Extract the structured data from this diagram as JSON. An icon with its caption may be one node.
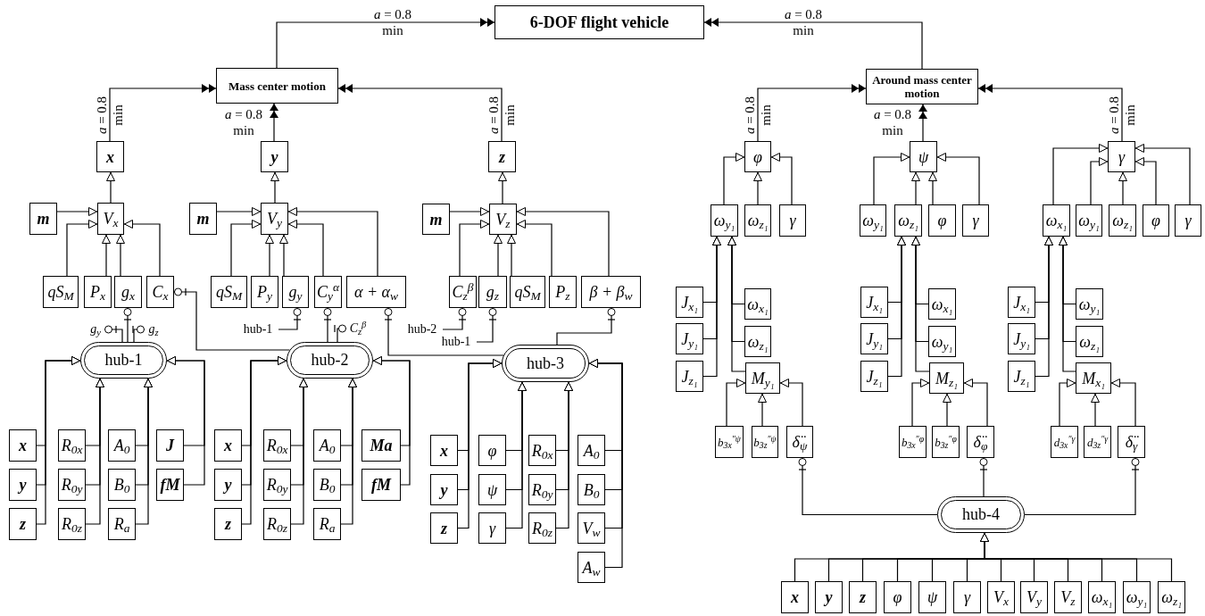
{
  "diagram": {
    "nodes": [
      {
        "text": [
          "6-DOF flight vehicle"
        ]
      },
      {
        "text": [
          "Mass center motion"
        ]
      },
      {
        "text": [
          "Around mass center motion"
        ]
      },
      {
        "text": [
          "x"
        ]
      },
      {
        "text": [
          "y"
        ]
      },
      {
        "text": [
          "z"
        ]
      },
      {
        "text": [
          "m"
        ]
      },
      {
        "text": [
          "V$_{x}$"
        ]
      },
      {
        "text": [
          "m"
        ]
      },
      {
        "text": [
          "V$_{y}$"
        ]
      },
      {
        "text": [
          "m"
        ]
      },
      {
        "text": [
          "V$_{z}$"
        ]
      },
      {
        "text": [
          "qS$_{M}$"
        ]
      },
      {
        "text": [
          "P$_{x}$"
        ]
      },
      {
        "text": [
          "g$_{x}$"
        ]
      },
      {
        "text": [
          "C$_{x}$"
        ]
      },
      {
        "text": [
          "qS$_{M}$"
        ]
      },
      {
        "text": [
          "P$_{y}$"
        ]
      },
      {
        "text": [
          "g$_{y}$"
        ]
      },
      {
        "text": [
          "C$_{y}$$^{α}$"
        ]
      },
      {
        "text": [
          "α + α$_{w}$"
        ]
      },
      {
        "text": [
          "C$_{z}$$^{β}$"
        ]
      },
      {
        "text": [
          "g$_{z}$"
        ]
      },
      {
        "text": [
          "qS$_{M}$"
        ]
      },
      {
        "text": [
          "P$_{z}$"
        ]
      },
      {
        "text": [
          "β + β$_{w}$"
        ]
      },
      {
        "text": [
          "g$_{y}$"
        ]
      },
      {
        "text": [
          "g$_{z}$"
        ]
      },
      {
        "text": [
          "hub-1"
        ]
      },
      {
        "text": [
          "C$_{z}$$^{β}$"
        ]
      },
      {
        "text": [
          "hub-1"
        ]
      },
      {
        "text": [
          "hub-2"
        ]
      },
      {
        "text": [
          "hub-2"
        ]
      },
      {
        "text": [
          "hub-1"
        ]
      },
      {
        "text": [
          "hub-3"
        ]
      },
      {
        "text": [
          "x"
        ]
      },
      {
        "text": [
          "y"
        ]
      },
      {
        "text": [
          "z"
        ]
      },
      {
        "text": [
          "R$_{0x}$"
        ]
      },
      {
        "text": [
          "R$_{0y}$"
        ]
      },
      {
        "text": [
          "R$_{0z}$"
        ]
      },
      {
        "text": [
          "A$_{0}$"
        ]
      },
      {
        "text": [
          "B$_{0}$"
        ]
      },
      {
        "text": [
          "R$_{a}$"
        ]
      },
      {
        "text": [
          "J"
        ]
      },
      {
        "text": [
          "fM"
        ]
      },
      {
        "text": [
          "x"
        ]
      },
      {
        "text": [
          "y"
        ]
      },
      {
        "text": [
          "z"
        ]
      },
      {
        "text": [
          "R$_{0x}$"
        ]
      },
      {
        "text": [
          "R$_{0y}$"
        ]
      },
      {
        "text": [
          "R$_{0z}$"
        ]
      },
      {
        "text": [
          "A$_{0}$"
        ]
      },
      {
        "text": [
          "B$_{0}$"
        ]
      },
      {
        "text": [
          "R$_{a}$"
        ]
      },
      {
        "text": [
          "Ma"
        ]
      },
      {
        "text": [
          "fM"
        ]
      },
      {
        "text": [
          "x"
        ]
      },
      {
        "text": [
          "y"
        ]
      },
      {
        "text": [
          "z"
        ]
      },
      {
        "text": [
          "φ"
        ]
      },
      {
        "text": [
          "ψ"
        ]
      },
      {
        "text": [
          "γ"
        ]
      },
      {
        "text": [
          "R$_{0x}$"
        ]
      },
      {
        "text": [
          "R$_{0y}$"
        ]
      },
      {
        "text": [
          "R$_{0z}$"
        ]
      },
      {
        "text": [
          "A$_{0}$"
        ]
      },
      {
        "text": [
          "B$_{0}$"
        ]
      },
      {
        "text": [
          "V$_{w}$"
        ]
      },
      {
        "text": [
          "A$_{w}$"
        ]
      },
      {
        "text": [
          "φ"
        ]
      },
      {
        "text": [
          "ψ"
        ]
      },
      {
        "text": [
          "γ"
        ]
      },
      {
        "text": [
          "ω$_{y₁}$"
        ]
      },
      {
        "text": [
          "ω$_{z₁}$"
        ]
      },
      {
        "text": [
          "γ"
        ]
      },
      {
        "text": [
          "ω$_{y₁}$"
        ]
      },
      {
        "text": [
          "ω$_{z₁}$"
        ]
      },
      {
        "text": [
          "φ"
        ]
      },
      {
        "text": [
          "γ"
        ]
      },
      {
        "text": [
          "ω$_{x₁}$"
        ]
      },
      {
        "text": [
          "ω$_{y₁}$"
        ]
      },
      {
        "text": [
          "ω$_{z₁}$"
        ]
      },
      {
        "text": [
          "φ"
        ]
      },
      {
        "text": [
          "γ"
        ]
      },
      {
        "text": [
          "J$_{x₁}$"
        ]
      },
      {
        "text": [
          "J$_{y₁}$"
        ]
      },
      {
        "text": [
          "J$_{z₁}$"
        ]
      },
      {
        "text": [
          "ω$_{x₁}$"
        ]
      },
      {
        "text": [
          "ω$_{z₁}$"
        ]
      },
      {
        "text": [
          "M$_{y₁}$"
        ]
      },
      {
        "text": [
          "J$_{x₁}$"
        ]
      },
      {
        "text": [
          "J$_{y₁}$"
        ]
      },
      {
        "text": [
          "J$_{z₁}$"
        ]
      },
      {
        "text": [
          "ω$_{x₁}$"
        ]
      },
      {
        "text": [
          "ω$_{y₁}$"
        ]
      },
      {
        "text": [
          "M$_{z₁}$"
        ]
      },
      {
        "text": [
          "J$_{x₁}$"
        ]
      },
      {
        "text": [
          "J$_{y₁}$"
        ]
      },
      {
        "text": [
          "J$_{z₁}$"
        ]
      },
      {
        "text": [
          "ω$_{y₁}$"
        ]
      },
      {
        "text": [
          "ω$_{z₁}$"
        ]
      },
      {
        "text": [
          "M$_{x₁}$"
        ]
      },
      {
        "text": [
          "b$_{3x}$$^{″ψ}$"
        ]
      },
      {
        "text": [
          "b$_{3z}$$^{″ψ}$"
        ]
      },
      {
        "text": [
          "δ̈$_{ψ}$"
        ]
      },
      {
        "text": [
          "b$_{3x}$$^{″φ}$"
        ]
      },
      {
        "text": [
          "b$_{3z}$$^{″φ}$"
        ]
      },
      {
        "text": [
          "δ̈$_{φ}$"
        ]
      },
      {
        "text": [
          "d$_{3x}$$^{″γ}$"
        ]
      },
      {
        "text": [
          "d$_{3z}$$^{″γ}$"
        ]
      },
      {
        "text": [
          "δ̈$_{γ}$"
        ]
      },
      {
        "text": [
          "hub-4"
        ]
      },
      {
        "text": [
          "x"
        ]
      },
      {
        "text": [
          "y"
        ]
      },
      {
        "text": [
          "z"
        ]
      },
      {
        "text": [
          "φ"
        ]
      },
      {
        "text": [
          "ψ"
        ]
      },
      {
        "text": [
          "γ"
        ]
      },
      {
        "text": [
          "V$_{x}$"
        ]
      },
      {
        "text": [
          "V$_{y}$"
        ]
      },
      {
        "text": [
          "V$_{z}$"
        ]
      },
      {
        "text": [
          "ω$_{x₁}$"
        ]
      },
      {
        "text": [
          "ω$_{y₁}$"
        ]
      },
      {
        "text": [
          "ω$_{z₁}$"
        ]
      }
    ],
    "edges": [
      {
        "from": 1,
        "to": 0,
        "arrow": "to",
        "label": "*a* = 0.8 min"
      },
      {
        "from": 2,
        "to": 0,
        "arrow": "to",
        "label": "*a* = 0.8 min"
      },
      {
        "from": 3,
        "to": 1,
        "arrow": "to",
        "label": "*a* = 0.8 min"
      },
      {
        "from": 4,
        "to": 1,
        "arrow": "to",
        "label": "*a* = 0.8 min"
      },
      {
        "from": 5,
        "to": 1,
        "arrow": "to",
        "label": "*a* = 0.8 min"
      },
      {
        "from": 7,
        "to": 3,
        "arrow": "to"
      },
      {
        "from": 9,
        "to": 4,
        "arrow": "to"
      },
      {
        "from": 11,
        "to": 5,
        "arrow": "to"
      },
      {
        "from": 6,
        "to": 7,
        "arrow": "to"
      },
      {
        "from": 12,
        "to": 7,
        "arrow": "to"
      },
      {
        "from": 13,
        "to": 7,
        "arrow": "to"
      },
      {
        "from": 14,
        "to": 7,
        "arrow": "to"
      },
      {
        "from": 15,
        "to": 7,
        "arrow": "to"
      },
      {
        "from": 8,
        "to": 9,
        "arrow": "to"
      },
      {
        "from": 16,
        "to": 9,
        "arrow": "to"
      },
      {
        "from": 17,
        "to": 9,
        "arrow": "to"
      },
      {
        "from": 18,
        "to": 9,
        "arrow": "to"
      },
      {
        "from": 19,
        "to": 9,
        "arrow": "to"
      },
      {
        "from": 20,
        "to": 9,
        "arrow": "to"
      },
      {
        "from": 10,
        "to": 11,
        "arrow": "to"
      },
      {
        "from": 21,
        "to": 11,
        "arrow": "to"
      },
      {
        "from": 22,
        "to": 11,
        "arrow": "to"
      },
      {
        "from": 23,
        "to": 11,
        "arrow": "to"
      },
      {
        "from": 24,
        "to": 11,
        "arrow": "to"
      },
      {
        "from": 25,
        "to": 11,
        "arrow": "to"
      },
      {
        "from": 30,
        "to": 14,
        "arrow": "other"
      },
      {
        "from": 30,
        "to": 26,
        "arrow": "other"
      },
      {
        "from": 30,
        "to": 27,
        "arrow": "other"
      },
      {
        "from": 31,
        "to": 15,
        "arrow": "other"
      },
      {
        "from": 31,
        "to": 19,
        "arrow": "other"
      },
      {
        "from": 31,
        "to": 29,
        "arrow": "other"
      },
      {
        "from": 28,
        "to": 18,
        "arrow": "other"
      },
      {
        "from": 34,
        "to": 20,
        "arrow": "other"
      },
      {
        "from": 32,
        "to": 21,
        "arrow": "other"
      },
      {
        "from": 33,
        "to": 22,
        "arrow": "other"
      },
      {
        "from": 34,
        "to": 25,
        "arrow": "other"
      },
      {
        "from": 35,
        "to": 30,
        "arrow": "to"
      },
      {
        "from": 36,
        "to": 30,
        "arrow": "to"
      },
      {
        "from": 37,
        "to": 30,
        "arrow": "to"
      },
      {
        "from": 38,
        "to": 30,
        "arrow": "to"
      },
      {
        "from": 39,
        "to": 30,
        "arrow": "to"
      },
      {
        "from": 40,
        "to": 30,
        "arrow": "to"
      },
      {
        "from": 41,
        "to": 30,
        "arrow": "to"
      },
      {
        "from": 42,
        "to": 30,
        "arrow": "to"
      },
      {
        "from": 43,
        "to": 30,
        "arrow": "to"
      },
      {
        "from": 44,
        "to": 30,
        "arrow": "to"
      },
      {
        "from": 45,
        "to": 30,
        "arrow": "to"
      },
      {
        "from": 46,
        "to": 31,
        "arrow": "to"
      },
      {
        "from": 47,
        "to": 31,
        "arrow": "to"
      },
      {
        "from": 48,
        "to": 31,
        "arrow": "to"
      },
      {
        "from": 49,
        "to": 31,
        "arrow": "to"
      },
      {
        "from": 50,
        "to": 31,
        "arrow": "to"
      },
      {
        "from": 51,
        "to": 31,
        "arrow": "to"
      },
      {
        "from": 52,
        "to": 31,
        "arrow": "to"
      },
      {
        "from": 53,
        "to": 31,
        "arrow": "to"
      },
      {
        "from": 54,
        "to": 31,
        "arrow": "to"
      },
      {
        "from": 55,
        "to": 31,
        "arrow": "to"
      },
      {
        "from": 56,
        "to": 31,
        "arrow": "to"
      },
      {
        "from": 57,
        "to": 34,
        "arrow": "to"
      },
      {
        "from": 58,
        "to": 34,
        "arrow": "to"
      },
      {
        "from": 59,
        "to": 34,
        "arrow": "to"
      },
      {
        "from": 60,
        "to": 34,
        "arrow": "to"
      },
      {
        "from": 61,
        "to": 34,
        "arrow": "to"
      },
      {
        "from": 62,
        "to": 34,
        "arrow": "to"
      },
      {
        "from": 63,
        "to": 34,
        "arrow": "to"
      },
      {
        "from": 64,
        "to": 34,
        "arrow": "to"
      },
      {
        "from": 65,
        "to": 34,
        "arrow": "to"
      },
      {
        "from": 66,
        "to": 34,
        "arrow": "to"
      },
      {
        "from": 67,
        "to": 34,
        "arrow": "to"
      },
      {
        "from": 68,
        "to": 34,
        "arrow": "to"
      },
      {
        "from": 69,
        "to": 34,
        "arrow": "to"
      },
      {
        "from": 70,
        "to": 2,
        "arrow": "to",
        "label": "*a* = 0.8 min"
      },
      {
        "from": 71,
        "to": 2,
        "arrow": "to",
        "label": "*a* = 0.8 min"
      },
      {
        "from": 72,
        "to": 2,
        "arrow": "to",
        "label": "*a* = 0.8 min"
      },
      {
        "from": 73,
        "to": 70,
        "arrow": "to"
      },
      {
        "from": 74,
        "to": 70,
        "arrow": "to"
      },
      {
        "from": 75,
        "to": 70,
        "arrow": "to"
      },
      {
        "from": 76,
        "to": 71,
        "arrow": "to"
      },
      {
        "from": 77,
        "to": 71,
        "arrow": "to"
      },
      {
        "from": 78,
        "to": 71,
        "arrow": "to"
      },
      {
        "from": 79,
        "to": 71,
        "arrow": "to"
      },
      {
        "from": 80,
        "to": 72,
        "arrow": "to"
      },
      {
        "from": 81,
        "to": 72,
        "arrow": "to"
      },
      {
        "from": 82,
        "to": 72,
        "arrow": "to"
      },
      {
        "from": 83,
        "to": 72,
        "arrow": "to"
      },
      {
        "from": 84,
        "to": 72,
        "arrow": "to"
      },
      {
        "from": 85,
        "to": 73,
        "arrow": "to"
      },
      {
        "from": 86,
        "to": 73,
        "arrow": "to"
      },
      {
        "from": 87,
        "to": 73,
        "arrow": "to"
      },
      {
        "from": 88,
        "to": 73,
        "arrow": "to"
      },
      {
        "from": 89,
        "to": 73,
        "arrow": "to"
      },
      {
        "from": 90,
        "to": 73,
        "arrow": "to"
      },
      {
        "from": 91,
        "to": 77,
        "arrow": "to"
      },
      {
        "from": 92,
        "to": 77,
        "arrow": "to"
      },
      {
        "from": 93,
        "to": 77,
        "arrow": "to"
      },
      {
        "from": 94,
        "to": 77,
        "arrow": "to"
      },
      {
        "from": 95,
        "to": 77,
        "arrow": "to"
      },
      {
        "from": 96,
        "to": 77,
        "arrow": "to"
      },
      {
        "from": 97,
        "to": 80,
        "arrow": "to"
      },
      {
        "from": 98,
        "to": 80,
        "arrow": "to"
      },
      {
        "from": 99,
        "to": 80,
        "arrow": "to"
      },
      {
        "from": 100,
        "to": 80,
        "arrow": "to"
      },
      {
        "from": 101,
        "to": 80,
        "arrow": "to"
      },
      {
        "from": 102,
        "to": 80,
        "arrow": "to"
      },
      {
        "from": 103,
        "to": 90,
        "arrow": "to"
      },
      {
        "from": 104,
        "to": 90,
        "arrow": "to"
      },
      {
        "from": 105,
        "to": 90,
        "arrow": "to"
      },
      {
        "from": 106,
        "to": 96,
        "arrow": "to"
      },
      {
        "from": 107,
        "to": 96,
        "arrow": "to"
      },
      {
        "from": 108,
        "to": 96,
        "arrow": "to"
      },
      {
        "from": 109,
        "to": 102,
        "arrow": "to"
      },
      {
        "from": 110,
        "to": 102,
        "arrow": "to"
      },
      {
        "from": 111,
        "to": 102,
        "arrow": "to"
      },
      {
        "from": 112,
        "to": 105,
        "arrow": "other"
      },
      {
        "from": 112,
        "to": 108,
        "arrow": "other"
      },
      {
        "from": 112,
        "to": 111,
        "arrow": "other"
      },
      {
        "from": 113,
        "to": 112,
        "arrow": "to"
      },
      {
        "from": 114,
        "to": 112,
        "arrow": "to"
      },
      {
        "from": 115,
        "to": 112,
        "arrow": "to"
      },
      {
        "from": 116,
        "to": 112,
        "arrow": "to"
      },
      {
        "from": 117,
        "to": 112,
        "arrow": "to"
      },
      {
        "from": 118,
        "to": 112,
        "arrow": "to"
      },
      {
        "from": 119,
        "to": 112,
        "arrow": "to"
      },
      {
        "from": 120,
        "to": 112,
        "arrow": "to"
      },
      {
        "from": 121,
        "to": 112,
        "arrow": "to"
      },
      {
        "from": 122,
        "to": 112,
        "arrow": "to"
      },
      {
        "from": 123,
        "to": 112,
        "arrow": "to"
      },
      {
        "from": 124,
        "to": 112,
        "arrow": "to"
      }
    ]
  }
}
